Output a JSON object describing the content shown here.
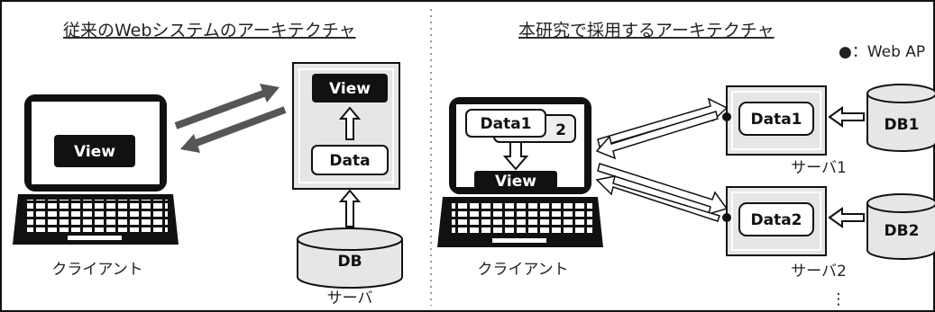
{
  "left": {
    "title": "従来のWebシステムのアーキテクチャ",
    "client_view": "View",
    "client_label": "クライアント",
    "server_view": "View",
    "server_data": "Data",
    "db": "DB",
    "server_label": "サーバ"
  },
  "right": {
    "title": "本研究で採用するアーキテクチャ",
    "legend": "●：Web AP",
    "client_data1": "Data1",
    "client_data2_partial": "2",
    "client_view": "View",
    "client_label": "クライアント",
    "server1_data": "Data1",
    "server2_data": "Data2",
    "db1": "DB1",
    "db2": "DB2",
    "server1_label": "サーバ1",
    "server2_label": "サーバ2",
    "more": "⋮"
  }
}
